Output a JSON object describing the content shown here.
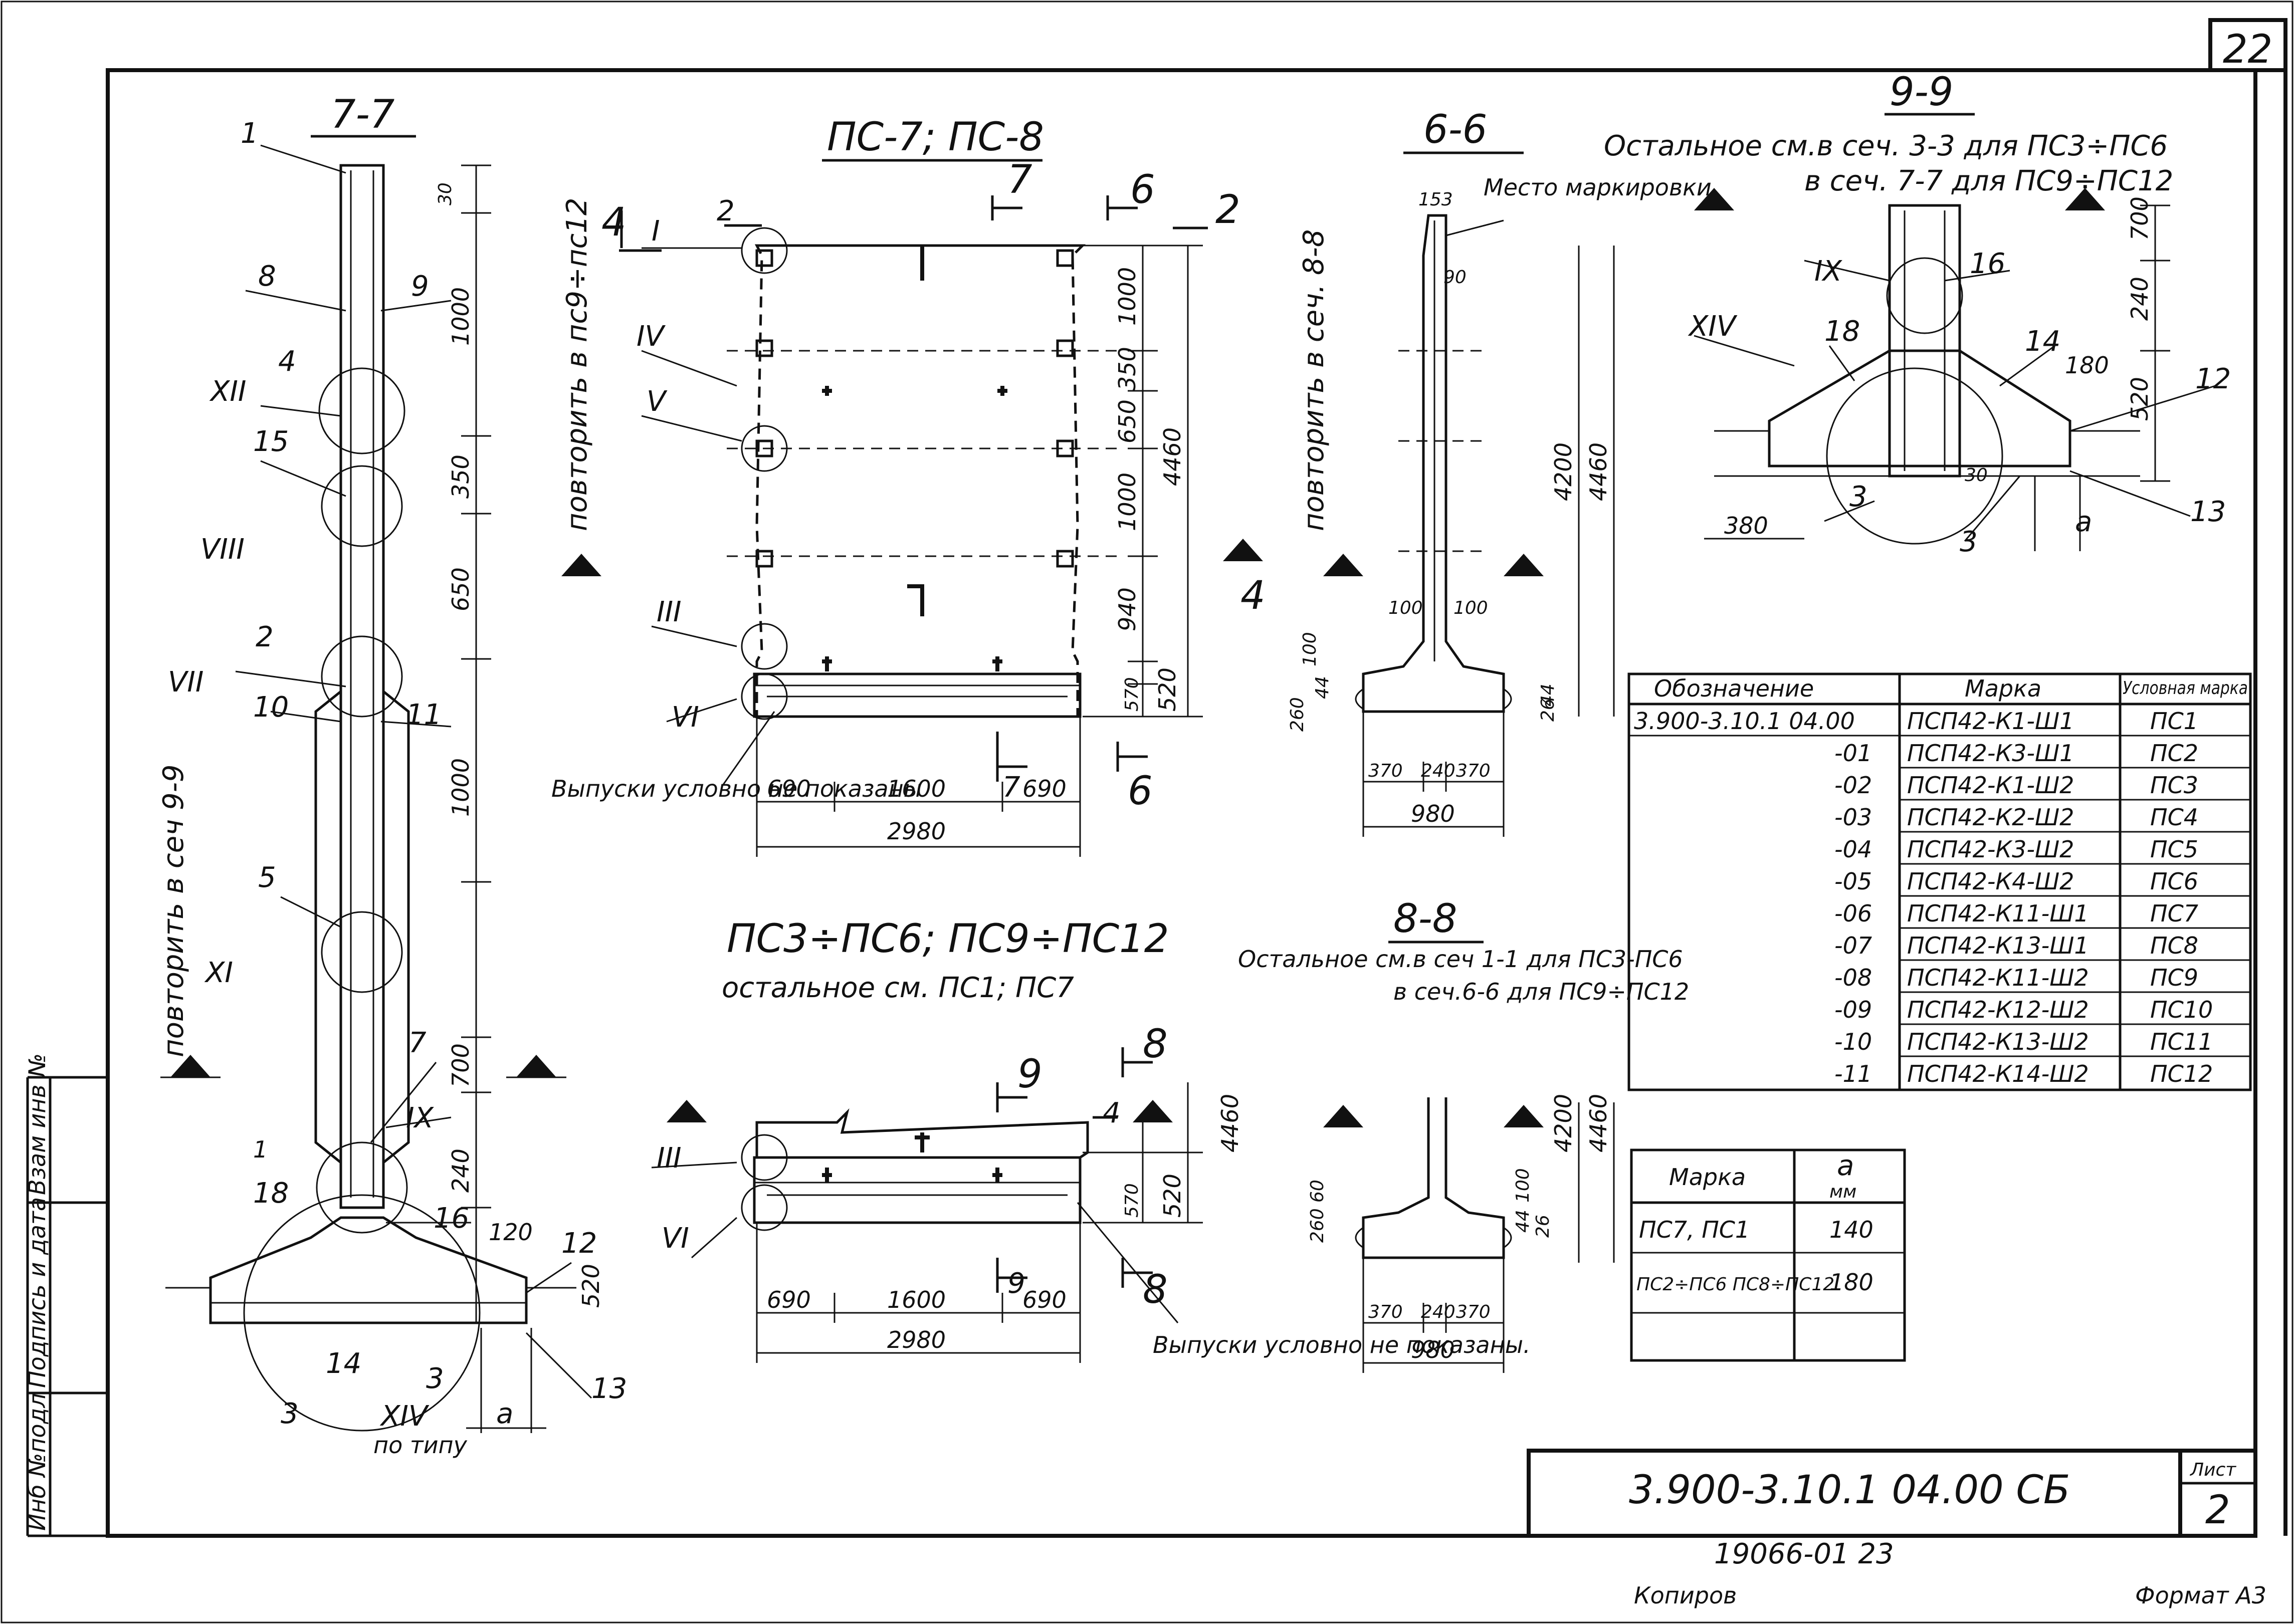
{
  "sheet_number": "22",
  "left_strip": {
    "inv_no": "Инб №подл",
    "sign_date": "Подпись и дата",
    "vzam_inv": "Взам инв №"
  },
  "views": {
    "s77": {
      "title": "7-7",
      "dims": [
        "30",
        "1000",
        "350",
        "650",
        "1000",
        "700",
        "240",
        "120",
        "520"
      ],
      "callouts": [
        "1",
        "8",
        "9",
        "4",
        "15",
        "2",
        "10",
        "11",
        "5",
        "7",
        "16",
        "12",
        "3",
        "14",
        "3",
        "18",
        "13",
        "1"
      ],
      "romans": [
        "XII",
        "VIII",
        "VII",
        "XI",
        "IX",
        "XIV"
      ],
      "note_repeat": "повторить в сеч 9-9",
      "typical": "по типу",
      "a_label": "a"
    },
    "ps78": {
      "title": "ПС-7; ПС-8",
      "dims_v": [
        "1000",
        "350",
        "650",
        "1000",
        "940",
        "520",
        "570",
        "4460"
      ],
      "dims_h": [
        "690",
        "1600",
        "690",
        "2980"
      ],
      "cuts": [
        "4",
        "2",
        "7",
        "6",
        "2",
        "4",
        "7",
        "6"
      ],
      "romans": [
        "I",
        "IV",
        "V",
        "III",
        "VI"
      ],
      "note_repeat": "повторить в пс9÷пс12",
      "outlets": "Выпуски условно не показаны"
    },
    "s66": {
      "title": "6-6",
      "place_label": "Место маркировки",
      "dims": [
        "153",
        "90",
        "4200",
        "4460",
        "100",
        "100",
        "100",
        "44",
        "260",
        "44",
        "26",
        "370",
        "240",
        "370",
        "980"
      ],
      "note_repeat": "повторить в сеч. 8-8"
    },
    "s99": {
      "title": "9-9",
      "note1": "Остальное см.в сеч. 3-3 для ПС3÷ПС6",
      "note2": "в сеч. 7-7 для ПС9÷ПС12",
      "dims": [
        "700",
        "240",
        "520",
        "180",
        "380",
        "30"
      ],
      "callouts": [
        "16",
        "18",
        "14",
        "12",
        "3",
        "3",
        "13"
      ],
      "romans": [
        "IX",
        "XIV"
      ],
      "a_label": "a"
    },
    "ps3": {
      "title": "ПС3÷ПС6; ПС9÷ПС12",
      "subtitle": "остальное см. ПС1; ПС7",
      "dims_v": [
        "4460",
        "570",
        "520"
      ],
      "dims_h": [
        "690",
        "1600",
        "690",
        "2980"
      ],
      "cuts": [
        "9",
        "8",
        "4",
        "9",
        "8"
      ],
      "romans": [
        "III",
        "VI"
      ],
      "outlets": "Выпуски условно не показаны."
    },
    "s88": {
      "title": "8-8",
      "note1": "Остальное см.в сеч 1-1 для ПС3-ПС6",
      "note2": "в сеч.6-6 для ПС9÷ПС12",
      "dims": [
        "4200",
        "4460",
        "100",
        "260",
        "60",
        "44",
        "26",
        "370",
        "240",
        "370",
        "980"
      ]
    }
  },
  "marks_table": {
    "headers": [
      "Обозначение",
      "Марка",
      "Условная марка"
    ],
    "rows": [
      [
        "3.900-3.10.1  04.00",
        "ПСП42-К1-Ш1",
        "ПС1"
      ],
      [
        "-01",
        "ПСП42-К3-Ш1",
        "ПС2"
      ],
      [
        "-02",
        "ПСП42-К1-Ш2",
        "ПС3"
      ],
      [
        "-03",
        "ПСП42-К2-Ш2",
        "ПС4"
      ],
      [
        "-04",
        "ПСП42-К3-Ш2",
        "ПС5"
      ],
      [
        "-05",
        "ПСП42-К4-Ш2",
        "ПС6"
      ],
      [
        "-06",
        "ПСП42-К11-Ш1",
        "ПС7"
      ],
      [
        "-07",
        "ПСП42-К13-Ш1",
        "ПС8"
      ],
      [
        "-08",
        "ПСП42-К11-Ш2",
        "ПС9"
      ],
      [
        "-09",
        "ПСП42-К12-Ш2",
        "ПС10"
      ],
      [
        "-10",
        "ПСП42-К13-Ш2",
        "ПС11"
      ],
      [
        "-11",
        "ПСП42-К14-Ш2",
        "ПС12"
      ]
    ]
  },
  "a_table": {
    "headers": [
      "Марка",
      "a",
      "мм"
    ],
    "rows": [
      [
        "ПС7, ПС1",
        "140"
      ],
      [
        "ПС2÷ПС6 ПС8÷ПС12",
        "180"
      ]
    ]
  },
  "title_block": {
    "code": "3.900-3.10.1  04.00 СБ",
    "sheet_label": "Лист",
    "sheet_no": "2"
  },
  "footer": {
    "inv": "19066-01  23",
    "copied": "Копиров",
    "format": "Формат А3"
  }
}
